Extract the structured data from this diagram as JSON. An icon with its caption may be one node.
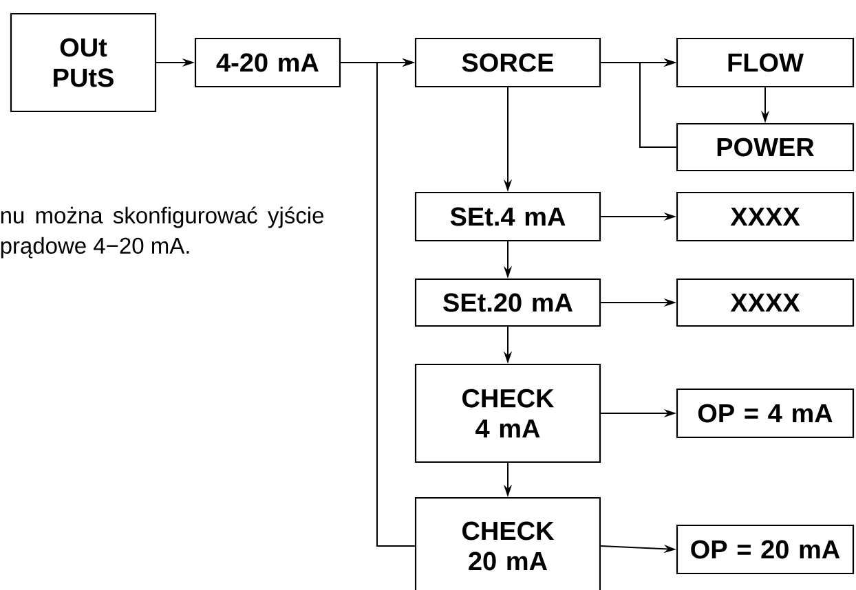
{
  "diagram": {
    "nodes": [
      {
        "text": [
          "OUt PUtS"
        ]
      },
      {
        "text": [
          "4-20 mA"
        ]
      },
      {
        "text": [
          "SORCE"
        ]
      },
      {
        "text": [
          "FLOW"
        ]
      },
      {
        "text": [
          "POWER"
        ]
      },
      {
        "text": [
          "SEt.4 mA"
        ]
      },
      {
        "text": [
          "XXXX"
        ]
      },
      {
        "text": [
          "SEt.20 mA"
        ]
      },
      {
        "text": [
          "XXXX"
        ]
      },
      {
        "text": [
          "CHECK 4 mA"
        ]
      },
      {
        "text": [
          "OP = 4 mA"
        ]
      },
      {
        "text": [
          "CHECK 20 mA"
        ]
      },
      {
        "text": [
          "OP = 20 mA"
        ]
      }
    ],
    "edges": [
      {
        "from": 0,
        "to": 1,
        "arrow": "to"
      },
      {
        "from": 1,
        "to": 2,
        "arrow": "to"
      },
      {
        "from": 11,
        "to": 2,
        "arrow": "to"
      },
      {
        "from": 2,
        "to": 3,
        "arrow": "to"
      },
      {
        "from": 4,
        "to": 3,
        "arrow": "to"
      },
      {
        "from": 3,
        "to": 4,
        "arrow": "to"
      },
      {
        "from": 2,
        "to": 5,
        "arrow": "to"
      },
      {
        "from": 5,
        "to": 6,
        "arrow": "to"
      },
      {
        "from": 5,
        "to": 7,
        "arrow": "to"
      },
      {
        "from": 7,
        "to": 8,
        "arrow": "to"
      },
      {
        "from": 7,
        "to": 9,
        "arrow": "to"
      },
      {
        "from": 9,
        "to": 10,
        "arrow": "to"
      },
      {
        "from": 9,
        "to": 11,
        "arrow": "to"
      },
      {
        "from": 11,
        "to": 12,
        "arrow": "to"
      }
    ],
    "labels": [
      "nu można skonfigurować yjście prądowe 4−20 mA."
    ]
  }
}
